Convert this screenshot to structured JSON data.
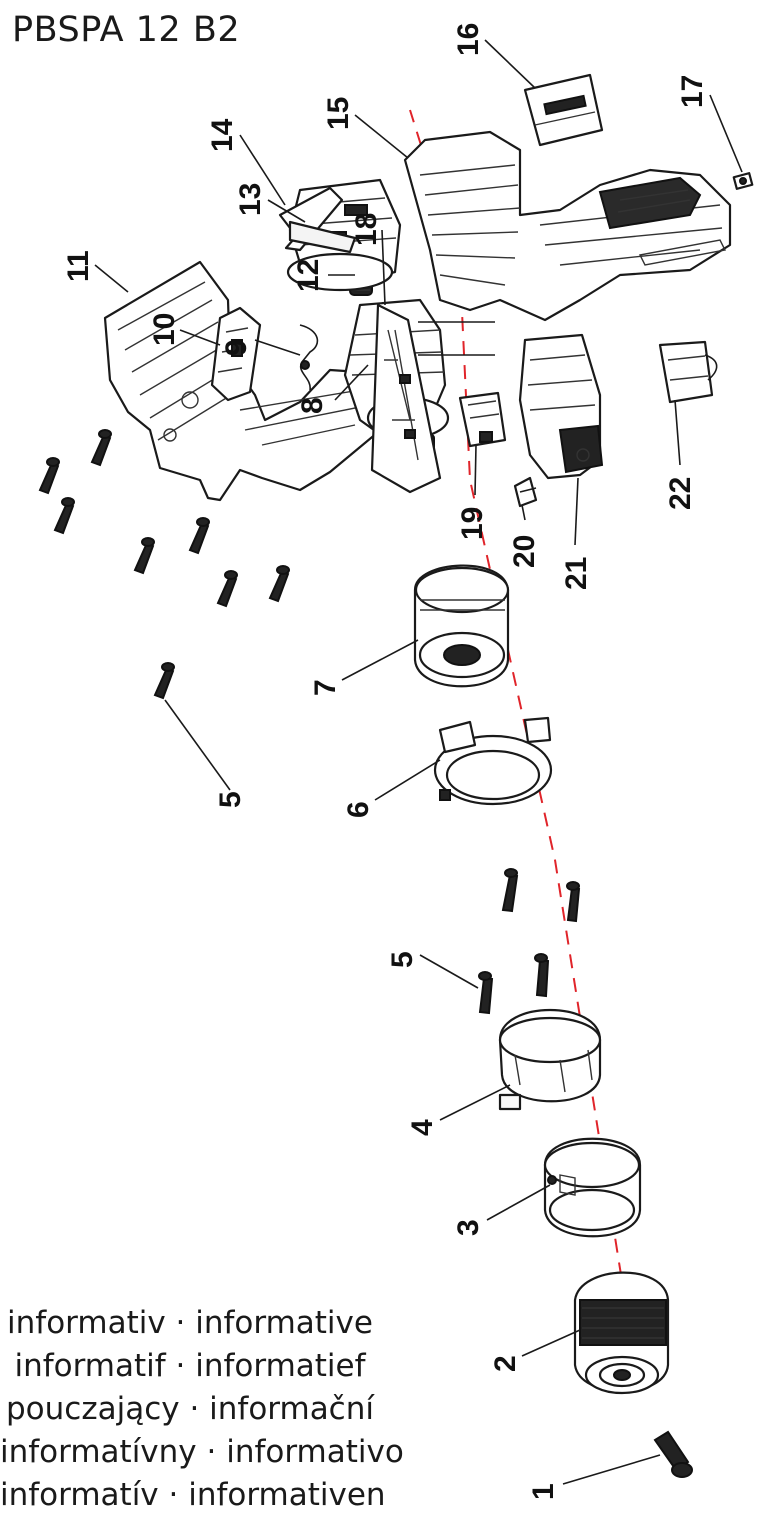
{
  "model": "PBSPA 12 B2",
  "legal_lines": [
    "informativ · informative",
    "informatif · informatief",
    "pouczający · informační",
    "informatívny · informativo",
    "informatív · informativen"
  ],
  "parts": [
    {
      "id": "p1",
      "label": "1"
    },
    {
      "id": "p2",
      "label": "2"
    },
    {
      "id": "p3",
      "label": "3"
    },
    {
      "id": "p4",
      "label": "4"
    },
    {
      "id": "p5a",
      "label": "5"
    },
    {
      "id": "p5b",
      "label": "5"
    },
    {
      "id": "p6",
      "label": "6"
    },
    {
      "id": "p7",
      "label": "7"
    },
    {
      "id": "p8",
      "label": "8"
    },
    {
      "id": "p9",
      "label": "9"
    },
    {
      "id": "p10",
      "label": "10"
    },
    {
      "id": "p11",
      "label": "11"
    },
    {
      "id": "p12",
      "label": "12"
    },
    {
      "id": "p13",
      "label": "13"
    },
    {
      "id": "p14",
      "label": "14"
    },
    {
      "id": "p15",
      "label": "15"
    },
    {
      "id": "p16",
      "label": "16"
    },
    {
      "id": "p17",
      "label": "17"
    },
    {
      "id": "p18",
      "label": "18"
    },
    {
      "id": "p19",
      "label": "19"
    },
    {
      "id": "p20",
      "label": "20"
    },
    {
      "id": "p21",
      "label": "21"
    },
    {
      "id": "p22",
      "label": "22"
    }
  ],
  "colors": {
    "line": "#1a1a1a",
    "axis": "#e0242a",
    "background": "#ffffff"
  }
}
